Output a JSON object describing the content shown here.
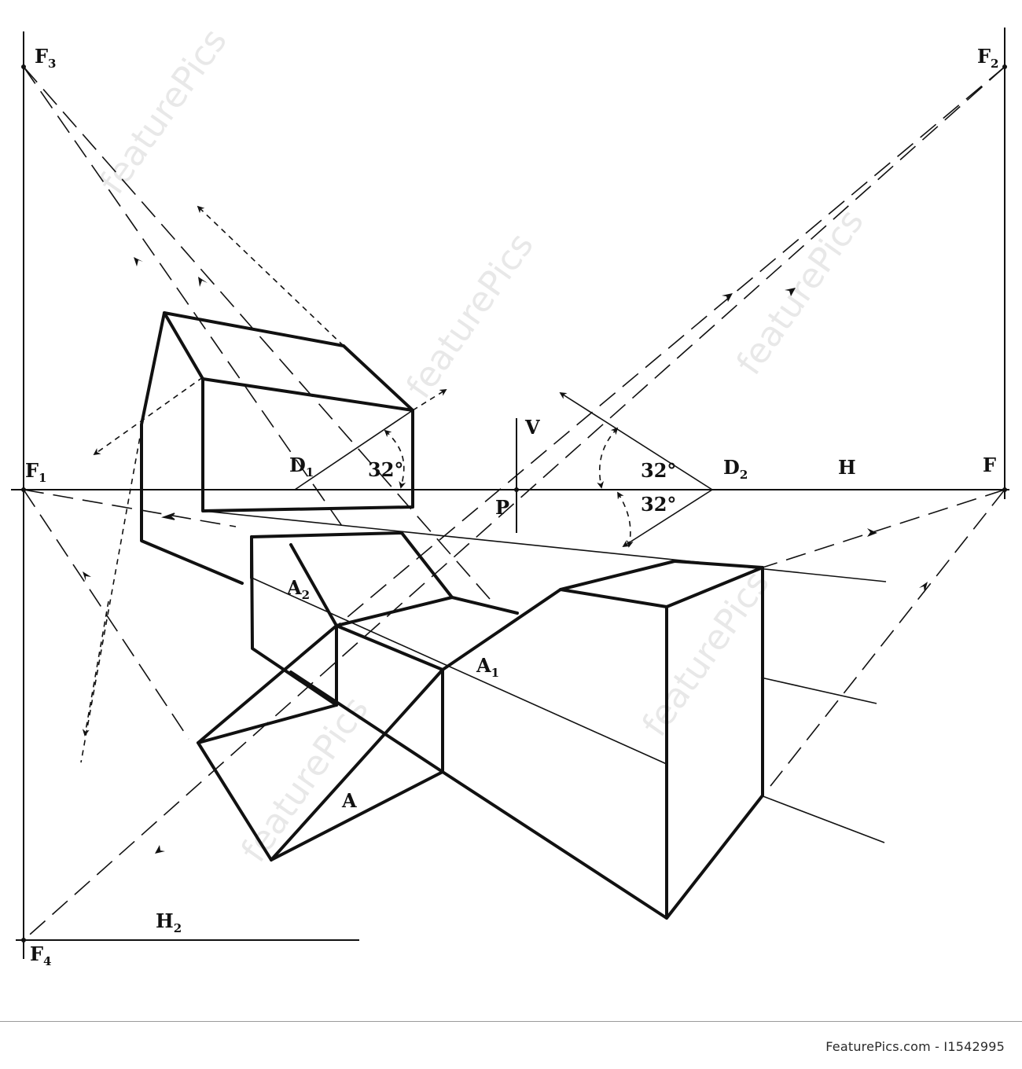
{
  "labels": {
    "f3": "F",
    "f3_sub": "3",
    "f2": "F",
    "f2_sub": "2",
    "f1": "F",
    "f1_sub": "1",
    "f": "F",
    "f4": "F",
    "f4_sub": "4",
    "d1": "D",
    "d1_sub": "1",
    "d2": "D",
    "d2_sub": "2",
    "v": "V",
    "p": "P",
    "h": "H",
    "h2": "H",
    "h2_sub": "2",
    "a": "A",
    "a1": "A",
    "a1_sub": "1",
    "a2": "A",
    "a2_sub": "2",
    "angle_left": "32°",
    "angle_right_upper": "32°",
    "angle_right_lower": "32°"
  },
  "watermark": {
    "text": "featurePics"
  },
  "footer": {
    "credit": "FeaturePics.com - I1542995"
  }
}
